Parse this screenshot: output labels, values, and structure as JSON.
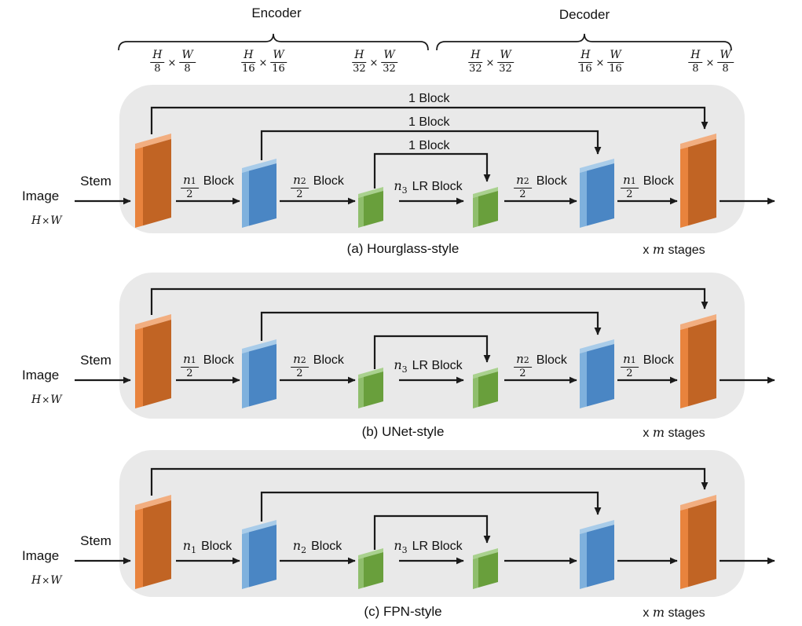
{
  "figure": {
    "encoder_label": "Encoder",
    "decoder_label": "Decoder",
    "multiply_sign": "×",
    "resolutions": [
      {
        "hn": "H",
        "hd": "8",
        "wn": "W",
        "wd": "8"
      },
      {
        "hn": "H",
        "hd": "16",
        "wn": "W",
        "wd": "16"
      },
      {
        "hn": "H",
        "hd": "32",
        "wn": "W",
        "wd": "32"
      },
      {
        "hn": "H",
        "hd": "32",
        "wn": "W",
        "wd": "32"
      },
      {
        "hn": "H",
        "hd": "16",
        "wn": "W",
        "wd": "16"
      },
      {
        "hn": "H",
        "hd": "8",
        "wn": "W",
        "wd": "8"
      }
    ],
    "panels": [
      {
        "caption": "(a) Hourglass-style",
        "image_label": "Image",
        "input_h": "H",
        "input_w": "W",
        "stem_label": "Stem",
        "stages_x": "x",
        "stages_m": "m",
        "stages_word": "stages",
        "skip_labels": [
          "1 Block",
          "1 Block",
          "1 Block"
        ],
        "edges": [
          {
            "n": "n",
            "sub": "1",
            "den": "2",
            "word": "Block"
          },
          {
            "n": "n",
            "sub": "2",
            "den": "2",
            "word": "Block"
          },
          {
            "n": "n",
            "sub": "3",
            "word": "LR Block"
          },
          {
            "n": "n",
            "sub": "2",
            "den": "2",
            "word": "Block"
          },
          {
            "n": "n",
            "sub": "1",
            "den": "2",
            "word": "Block"
          }
        ]
      },
      {
        "caption": "(b) UNet-style",
        "image_label": "Image",
        "input_h": "H",
        "input_w": "W",
        "stem_label": "Stem",
        "stages_x": "x",
        "stages_m": "m",
        "stages_word": "stages",
        "skip_labels": [],
        "edges": [
          {
            "n": "n",
            "sub": "1",
            "den": "2",
            "word": "Block"
          },
          {
            "n": "n",
            "sub": "2",
            "den": "2",
            "word": "Block"
          },
          {
            "n": "n",
            "sub": "3",
            "word": "LR Block"
          },
          {
            "n": "n",
            "sub": "2",
            "den": "2",
            "word": "Block"
          },
          {
            "n": "n",
            "sub": "1",
            "den": "2",
            "word": "Block"
          }
        ]
      },
      {
        "caption": "(c) FPN-style",
        "image_label": "Image",
        "input_h": "H",
        "input_w": "W",
        "stem_label": "Stem",
        "stages_x": "x",
        "stages_m": "m",
        "stages_word": "stages",
        "skip_labels": [],
        "edges": [
          {
            "n": "n",
            "sub": "1",
            "word": "Block"
          },
          {
            "n": "n",
            "sub": "2",
            "word": "Block"
          },
          {
            "n": "n",
            "sub": "3",
            "word": "LR Block"
          }
        ]
      }
    ]
  },
  "colors": {
    "panel_bg": "#E9E9E9",
    "arrow": "#1A1A1A",
    "orange_main": "#C16424",
    "orange_strip": "#E8833D",
    "orange_top": "#F2AE80",
    "blue_main": "#4A86C4",
    "blue_strip": "#7FB1DD",
    "blue_top": "#A9CCE9",
    "green_main": "#699F3C",
    "green_strip": "#8FBE6C",
    "green_top": "#A9D18E"
  }
}
